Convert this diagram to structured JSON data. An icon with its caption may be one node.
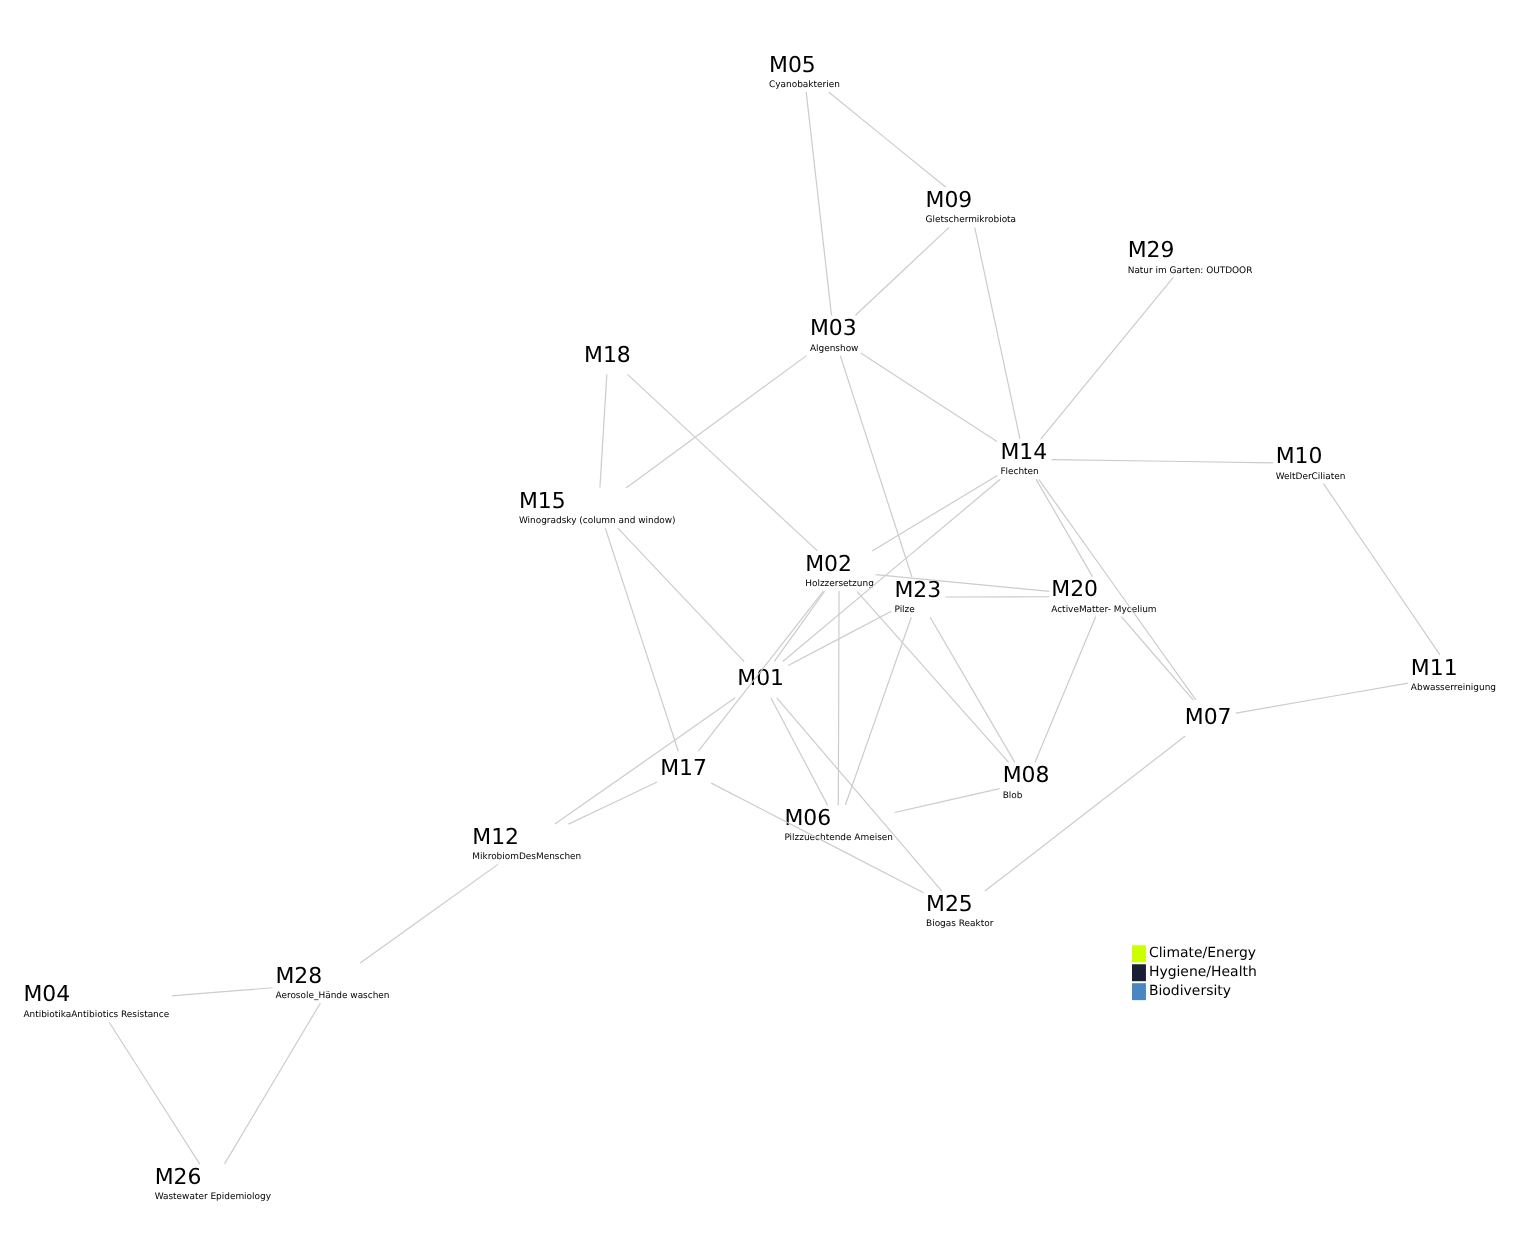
{
  "diagram": {
    "nodes": [
      {
        "text": [
          "M08",
          "Blob"
        ]
      },
      {
        "text": [
          "M06",
          "Pilzzuechtende Ameisen"
        ]
      },
      {
        "text": [
          "M20",
          "ActiveMatter- Mycelium"
        ]
      },
      {
        "text": [
          "M29",
          "Natur im Garten: OUTDOOR"
        ]
      },
      {
        "text": [
          "M02",
          "Holzzersetzung"
        ]
      },
      {
        "text": [
          "M23",
          "Pilze"
        ]
      },
      {
        "text": [
          "M01"
        ]
      },
      {
        "text": [
          "M12",
          "MikrobiomDesMenschen"
        ]
      },
      {
        "text": [
          "M14",
          "Flechten"
        ]
      },
      {
        "text": [
          "M10",
          "WeltDerCiliaten"
        ]
      },
      {
        "text": [
          "M17"
        ]
      },
      {
        "text": [
          "M18"
        ]
      },
      {
        "text": [
          "M07"
        ]
      },
      {
        "text": [
          "M11",
          "Abwasserreinigung"
        ]
      },
      {
        "text": [
          "M09",
          "Gletschermikrobiota"
        ]
      },
      {
        "text": [
          "M15",
          "Winogradsky (column and window)"
        ]
      },
      {
        "text": [
          "M25",
          "Biogas Reaktor"
        ]
      },
      {
        "text": [
          "M03",
          "Algenshow"
        ]
      },
      {
        "text": [
          "M05",
          "Cyanobakterien"
        ]
      },
      {
        "text": [
          "M28",
          "Aerosole_Hände waschen"
        ]
      },
      {
        "text": [
          "M04",
          "AntibiotikaAntibiotics Resistance"
        ]
      },
      {
        "text": [
          "M26",
          "Wastewater Epidemiology"
        ]
      }
    ],
    "edges": [
      {
        "from": 0,
        "to": 1,
        "arrow": "none"
      },
      {
        "from": 0,
        "to": 4,
        "arrow": "none"
      },
      {
        "from": 0,
        "to": 5,
        "arrow": "none"
      },
      {
        "from": 0,
        "to": 2,
        "arrow": "none"
      },
      {
        "from": 1,
        "to": 4,
        "arrow": "none"
      },
      {
        "from": 1,
        "to": 5,
        "arrow": "none"
      },
      {
        "from": 1,
        "to": 6,
        "arrow": "none"
      },
      {
        "from": 2,
        "to": 4,
        "arrow": "none"
      },
      {
        "from": 2,
        "to": 5,
        "arrow": "none"
      },
      {
        "from": 2,
        "to": 12,
        "arrow": "none"
      },
      {
        "from": 2,
        "to": 8,
        "arrow": "none"
      },
      {
        "from": 3,
        "to": 8,
        "arrow": "none"
      },
      {
        "from": 4,
        "to": 6,
        "arrow": "none"
      },
      {
        "from": 4,
        "to": 10,
        "arrow": "none"
      },
      {
        "from": 4,
        "to": 8,
        "arrow": "none"
      },
      {
        "from": 4,
        "to": 11,
        "arrow": "none"
      },
      {
        "from": 5,
        "to": 6,
        "arrow": "none"
      },
      {
        "from": 5,
        "to": 17,
        "arrow": "none"
      },
      {
        "from": 6,
        "to": 7,
        "arrow": "none"
      },
      {
        "from": 6,
        "to": 8,
        "arrow": "none"
      },
      {
        "from": 6,
        "to": 15,
        "arrow": "none"
      },
      {
        "from": 6,
        "to": 16,
        "arrow": "none"
      },
      {
        "from": 7,
        "to": 10,
        "arrow": "none"
      },
      {
        "from": 7,
        "to": 19,
        "arrow": "none"
      },
      {
        "from": 8,
        "to": 9,
        "arrow": "none"
      },
      {
        "from": 8,
        "to": 12,
        "arrow": "none"
      },
      {
        "from": 8,
        "to": 17,
        "arrow": "none"
      },
      {
        "from": 9,
        "to": 13,
        "arrow": "none"
      },
      {
        "from": 10,
        "to": 16,
        "arrow": "none"
      },
      {
        "from": 10,
        "to": 15,
        "arrow": "none"
      },
      {
        "from": 11,
        "to": 15,
        "arrow": "none"
      },
      {
        "from": 12,
        "to": 13,
        "arrow": "none"
      },
      {
        "from": 12,
        "to": 16,
        "arrow": "none"
      },
      {
        "from": 14,
        "to": 17,
        "arrow": "none"
      },
      {
        "from": 14,
        "to": 18,
        "arrow": "none"
      },
      {
        "from": 14,
        "to": 8,
        "arrow": "none"
      },
      {
        "from": 15,
        "to": 17,
        "arrow": "none"
      },
      {
        "from": 17,
        "to": 18,
        "arrow": "none"
      },
      {
        "from": 19,
        "to": 20,
        "arrow": "none"
      },
      {
        "from": 19,
        "to": 21,
        "arrow": "none"
      },
      {
        "from": 20,
        "to": 21,
        "arrow": "none"
      }
    ],
    "legend": [
      {
        "text": "Climate/Energy",
        "color": "#ccff00"
      },
      {
        "text": "Hygiene/Health",
        "color": "#1a1f33"
      },
      {
        "text": "Biodiversity",
        "color": "#4a86c0"
      }
    ]
  }
}
